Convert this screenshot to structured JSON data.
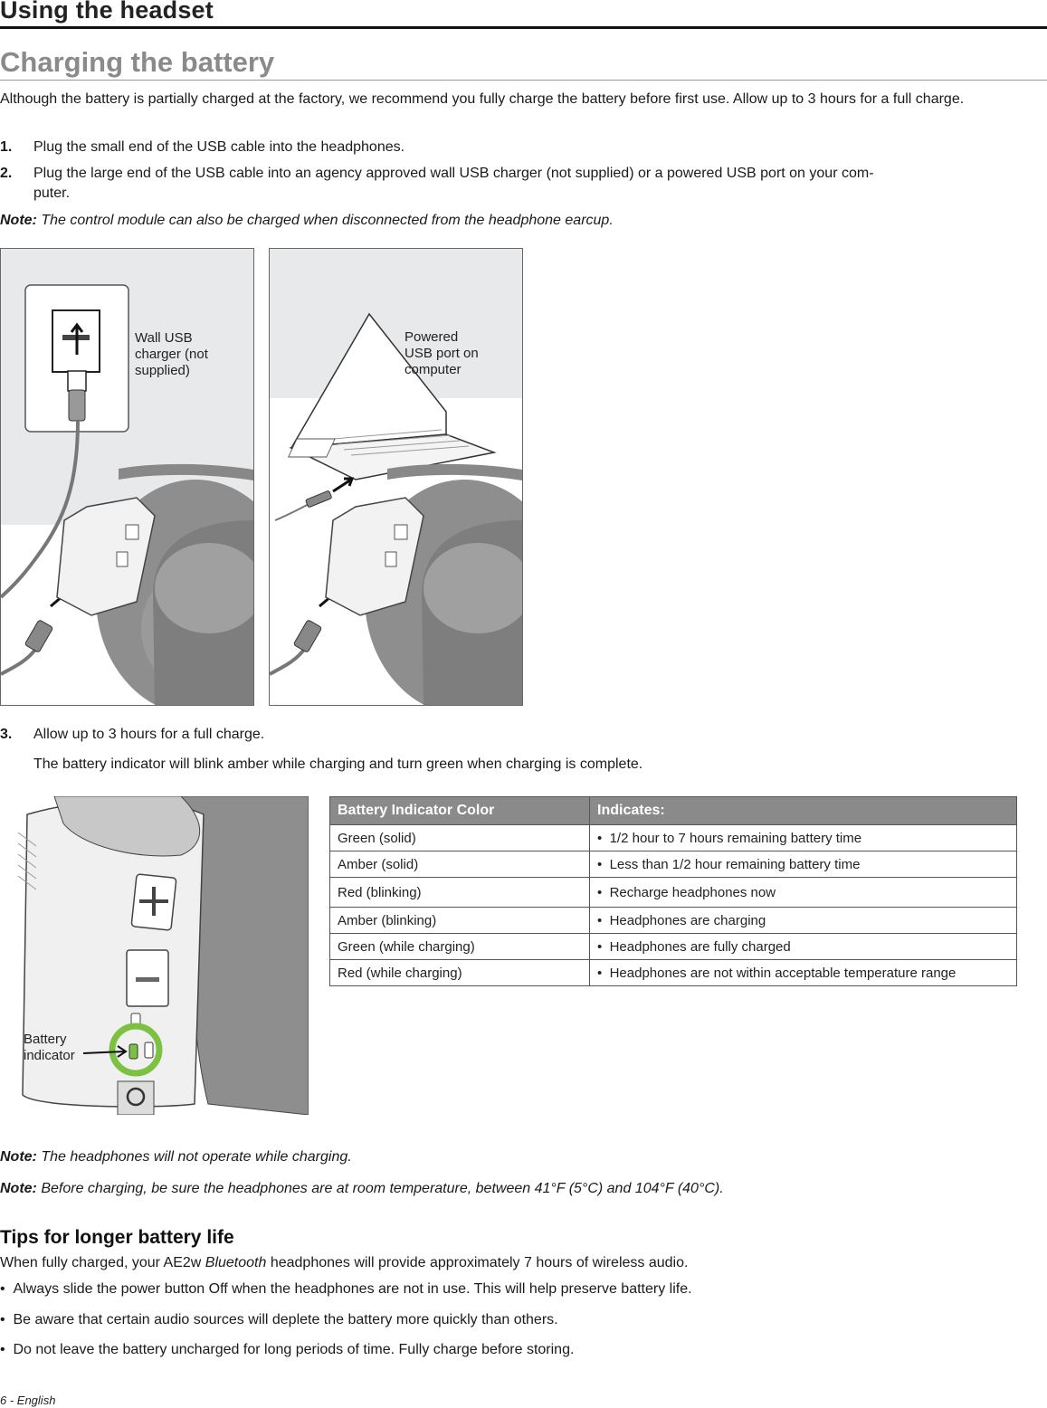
{
  "header": {
    "section": "Using the headset"
  },
  "title": "Charging the battery",
  "intro": "Although the battery is partially charged at the factory, we recommend you fully charge the battery before first use. Allow up to 3 hours for a full charge.",
  "steps": [
    {
      "num": "1.",
      "text": "Plug the small end of the USB cable into the headphones."
    },
    {
      "num": "2.",
      "text": "Plug the large end of the USB cable into an agency approved wall USB charger (not supplied) or a powered USB port on your com-",
      "text2": "puter."
    }
  ],
  "note1": {
    "label": "Note:",
    "text": "The control module can also be charged when disconnected from the headphone earcup."
  },
  "figure1": {
    "left_label": [
      "Wall USB",
      "charger (not",
      "supplied)"
    ],
    "right_label": [
      "Powered",
      "USB port on",
      "computer"
    ]
  },
  "step3": {
    "num": "3.",
    "text": "Allow up to 3 hours for a full charge.",
    "detail": "The battery indicator will blink amber while charging and turn green when charging is complete."
  },
  "figure2": {
    "label": [
      "Battery",
      "indicator"
    ]
  },
  "table": {
    "headers": [
      "Battery Indicator Color",
      "Indicates:"
    ],
    "rows": [
      [
        "Green (solid)",
        "1/2 hour to 7 hours remaining battery time"
      ],
      [
        "Amber (solid)",
        "Less than 1/2 hour remaining battery time"
      ],
      [
        "Red (blinking)",
        "Recharge headphones now"
      ],
      [
        "Amber (blinking)",
        "Headphones are charging"
      ],
      [
        "Green (while charging)",
        "Headphones are fully charged"
      ],
      [
        "Red (while charging)",
        "Headphones are not within acceptable temperature range"
      ]
    ]
  },
  "note2": {
    "label": "Note:",
    "text": "The headphones will not operate while charging."
  },
  "note3": {
    "label": "Note:",
    "text": "Before charging, be sure the headphones are at room temperature, between 41°F (5°C) and 104°F (40°C)."
  },
  "tips": {
    "title": "Tips for longer battery life",
    "intro_pre": "When fully charged, your AE2w ",
    "intro_em": "Bluetooth",
    "intro_post": " headphones will provide approximately 7 hours of wireless audio.",
    "bullets": [
      "Always slide the power button Off when the headphones are not in use. This will help preserve battery life.",
      "Be aware that certain audio sources will deplete the battery more quickly than others.",
      "Do not leave the battery uncharged for long periods of time. Fully charge before storing."
    ]
  },
  "footer": "6 - English",
  "colors": {
    "accent_green": "#7dc142",
    "panel_gray": "#e8e9ea",
    "earcup_gray": "#8e8e8e"
  }
}
